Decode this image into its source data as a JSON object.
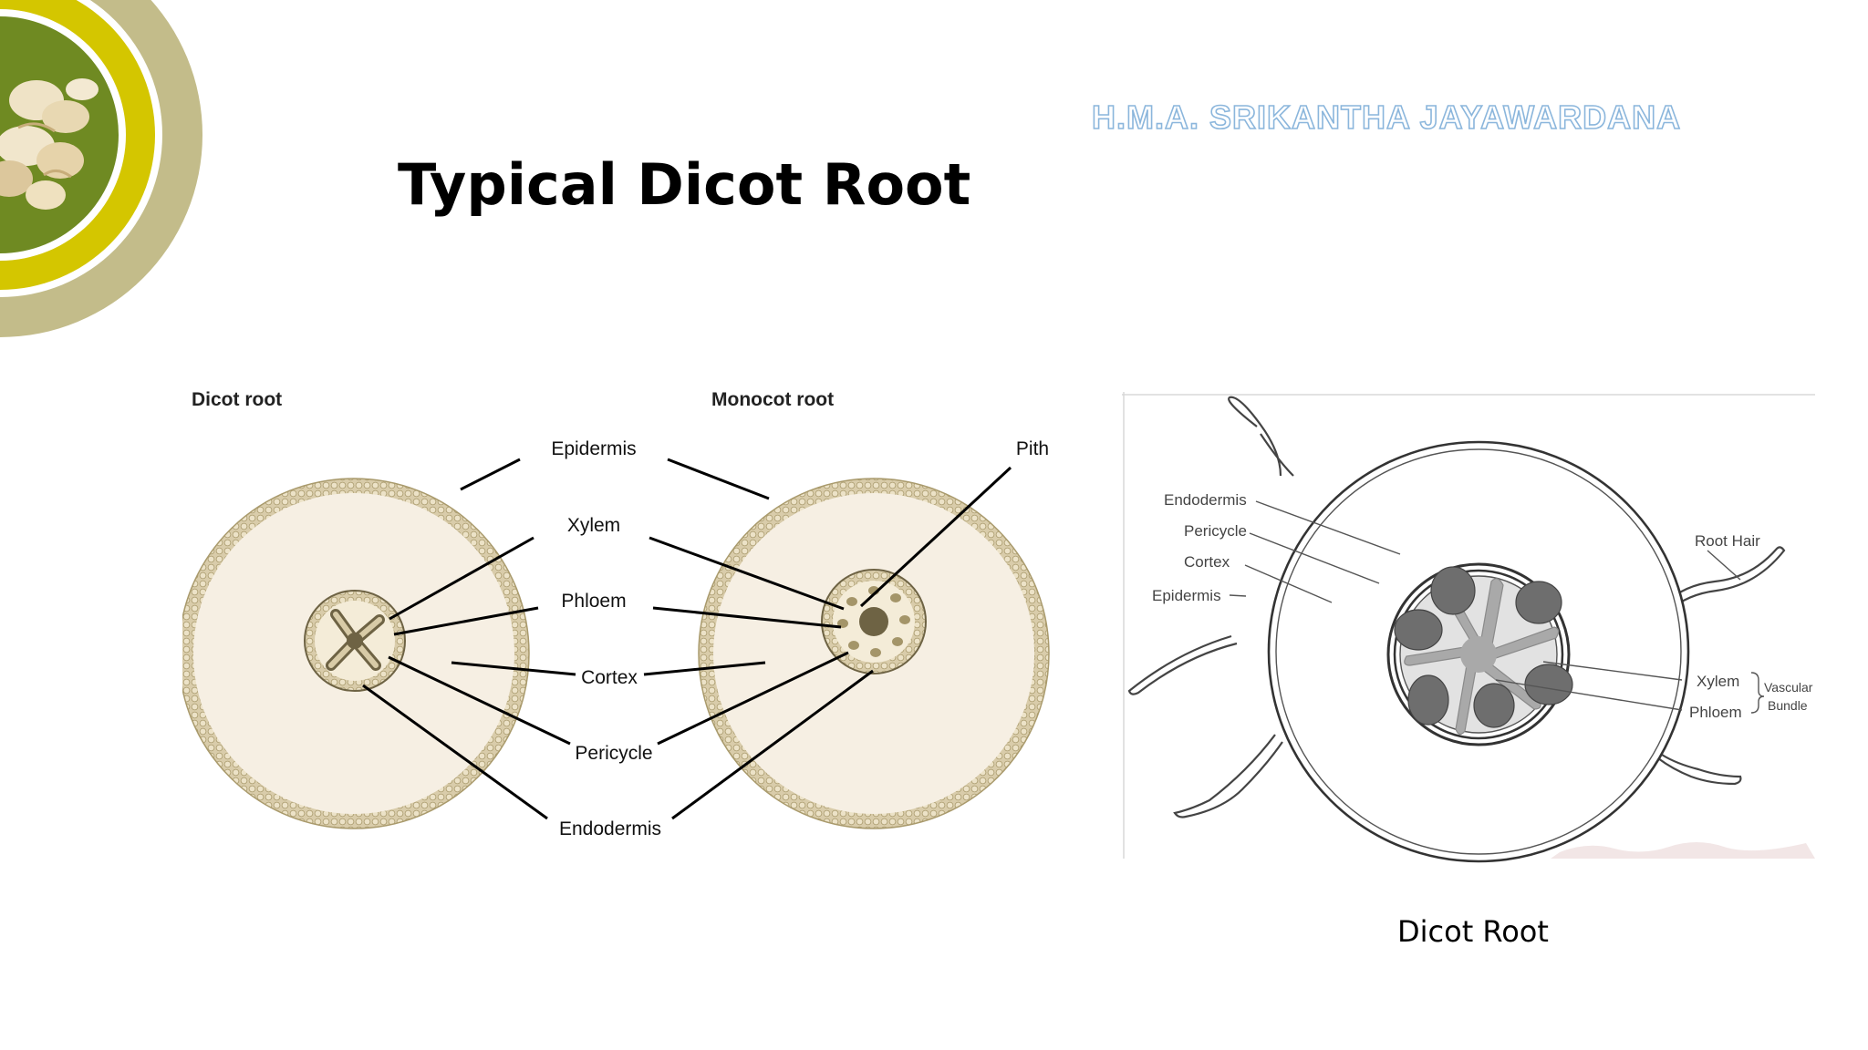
{
  "slide": {
    "author": "H.M.A. SRIKANTHA JAYAWARDANA",
    "title": "Typical Dicot Root",
    "caption": "Dicot Root"
  },
  "left_diagram": {
    "dicot_heading": "Dicot root",
    "monocot_heading": "Monocot root",
    "labels": {
      "epidermis": "Epidermis",
      "xylem": "Xylem",
      "phloem": "Phloem",
      "cortex": "Cortex",
      "pericycle": "Pericycle",
      "endodermis": "Endodermis",
      "pith": "Pith"
    }
  },
  "right_diagram": {
    "labels": {
      "endodermis": "Endodermis",
      "pericycle": "Pericycle",
      "cortex": "Cortex",
      "epidermis": "Epidermis",
      "root_hair": "Root Hair",
      "xylem": "Xylem",
      "phloem": "Phloem",
      "vascular_1": "Vascular",
      "vascular_2": "Bundle"
    }
  },
  "colors": {
    "corner_outer": "#c3bc8a",
    "corner_mid": "#d4c600",
    "corner_inner": "#6f8a22",
    "root_fill": "#f6efe3",
    "root_cells": "#b9ab7e",
    "author_outline": "#8bb6dc"
  }
}
